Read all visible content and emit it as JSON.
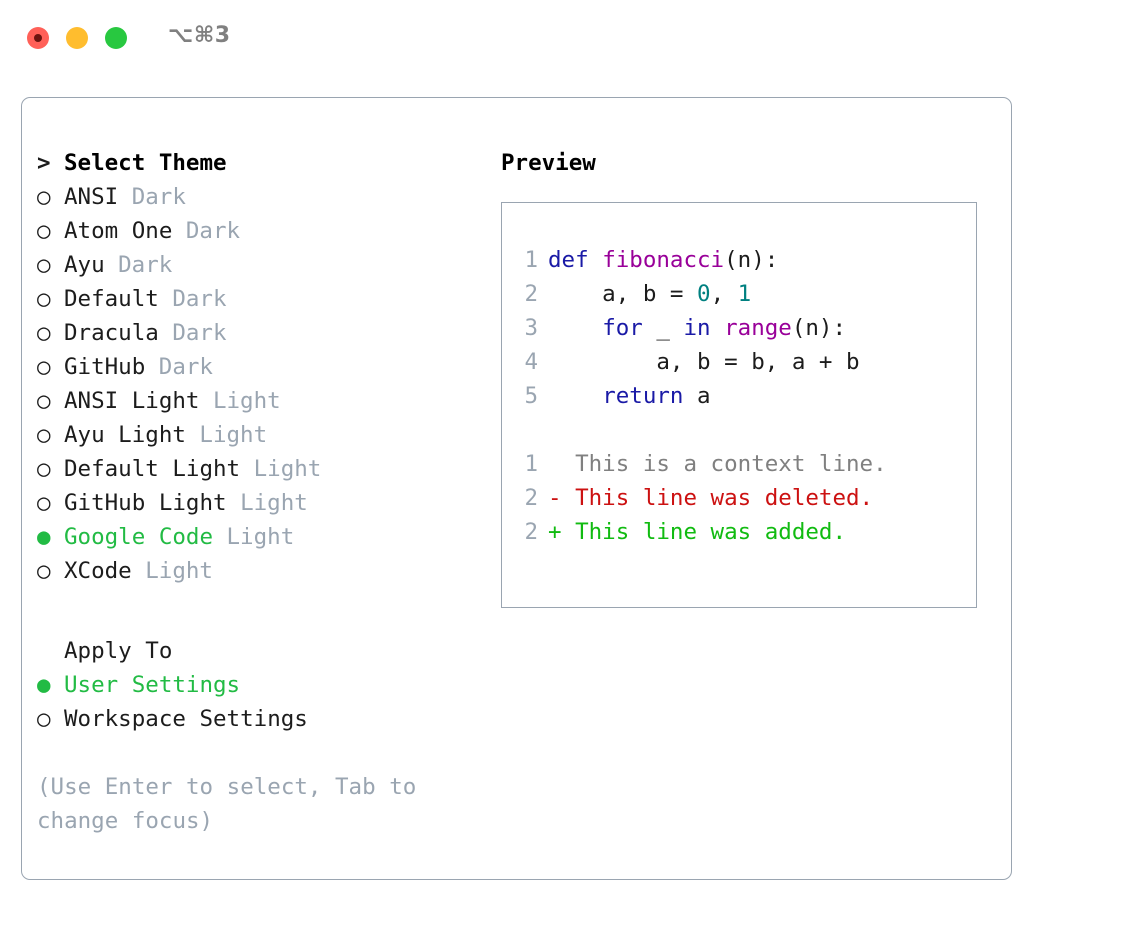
{
  "window": {
    "shortcut": "⌥⌘3",
    "buttons": [
      {
        "name": "close",
        "color": "#ff6058"
      },
      {
        "name": "minimize",
        "color": "#ffbd2e"
      },
      {
        "name": "maximize",
        "color": "#28c840"
      }
    ]
  },
  "theme_picker": {
    "header_marker": ">",
    "header_label": "Select Theme",
    "unselected_marker": "○",
    "selected_marker": "●",
    "accent_color": "#22bb44",
    "muted_color": "#9aa5b1",
    "items": [
      {
        "marker": "○",
        "name": "ANSI",
        "suffix": "Dark",
        "selected": false
      },
      {
        "marker": "○",
        "name": "Atom One",
        "suffix": "Dark",
        "selected": false
      },
      {
        "marker": "○",
        "name": "Ayu",
        "suffix": "Dark",
        "selected": false
      },
      {
        "marker": "○",
        "name": "Default",
        "suffix": "Dark",
        "selected": false
      },
      {
        "marker": "○",
        "name": "Dracula",
        "suffix": "Dark",
        "selected": false
      },
      {
        "marker": "○",
        "name": "GitHub",
        "suffix": "Dark",
        "selected": false
      },
      {
        "marker": "○",
        "name": "ANSI Light",
        "suffix": "Light",
        "selected": false
      },
      {
        "marker": "○",
        "name": "Ayu Light",
        "suffix": "Light",
        "selected": false
      },
      {
        "marker": "○",
        "name": "Default Light",
        "suffix": "Light",
        "selected": false
      },
      {
        "marker": "○",
        "name": "GitHub Light",
        "suffix": "Light",
        "selected": false
      },
      {
        "marker": "●",
        "name": "Google Code",
        "suffix": "Light",
        "selected": true
      },
      {
        "marker": "○",
        "name": "XCode",
        "suffix": "Light",
        "selected": false
      }
    ]
  },
  "apply_to": {
    "title": "Apply To",
    "options": [
      {
        "marker": "●",
        "label": "User Settings",
        "selected": true
      },
      {
        "marker": "○",
        "label": "Workspace Settings",
        "selected": false
      }
    ]
  },
  "hint": {
    "line1": "(Use Enter to select, Tab to",
    "line2": "change focus)"
  },
  "preview": {
    "label": "Preview",
    "code_lines": [
      {
        "ln": "1",
        "tokens": [
          {
            "t": "def",
            "c": "kw"
          },
          {
            "t": " ",
            "c": "plain"
          },
          {
            "t": "fibonacci",
            "c": "fn"
          },
          {
            "t": "(n):",
            "c": "plain"
          }
        ]
      },
      {
        "ln": "2",
        "tokens": [
          {
            "t": "    a, b = ",
            "c": "plain"
          },
          {
            "t": "0",
            "c": "num"
          },
          {
            "t": ", ",
            "c": "plain"
          },
          {
            "t": "1",
            "c": "num"
          }
        ]
      },
      {
        "ln": "3",
        "tokens": [
          {
            "t": "    ",
            "c": "plain"
          },
          {
            "t": "for",
            "c": "kw"
          },
          {
            "t": " _ ",
            "c": "plain"
          },
          {
            "t": "in",
            "c": "kw"
          },
          {
            "t": " ",
            "c": "plain"
          },
          {
            "t": "range",
            "c": "fn"
          },
          {
            "t": "(n):",
            "c": "plain"
          }
        ]
      },
      {
        "ln": "4",
        "tokens": [
          {
            "t": "        a, b = b, a + b",
            "c": "plain"
          }
        ]
      },
      {
        "ln": "5",
        "tokens": [
          {
            "t": "    ",
            "c": "plain"
          },
          {
            "t": "return",
            "c": "kw"
          },
          {
            "t": " a",
            "c": "plain"
          }
        ]
      }
    ],
    "diff_lines": [
      {
        "ln": "1",
        "sign": " ",
        "text": " This is a context line.",
        "kind": "dctx"
      },
      {
        "ln": "2",
        "sign": "-",
        "text": " This line was deleted.",
        "kind": "ddel"
      },
      {
        "ln": "2",
        "sign": "+",
        "text": " This line was added.",
        "kind": "dadd"
      }
    ],
    "syntax_colors": {
      "keyword": "#1a1aa6",
      "function": "#990099",
      "number": "#008080",
      "plain": "#1c1c1c",
      "line_number": "#9aa5b1",
      "diff_context": "#808080",
      "diff_deleted": "#cc1111",
      "diff_added": "#11bb11"
    }
  }
}
